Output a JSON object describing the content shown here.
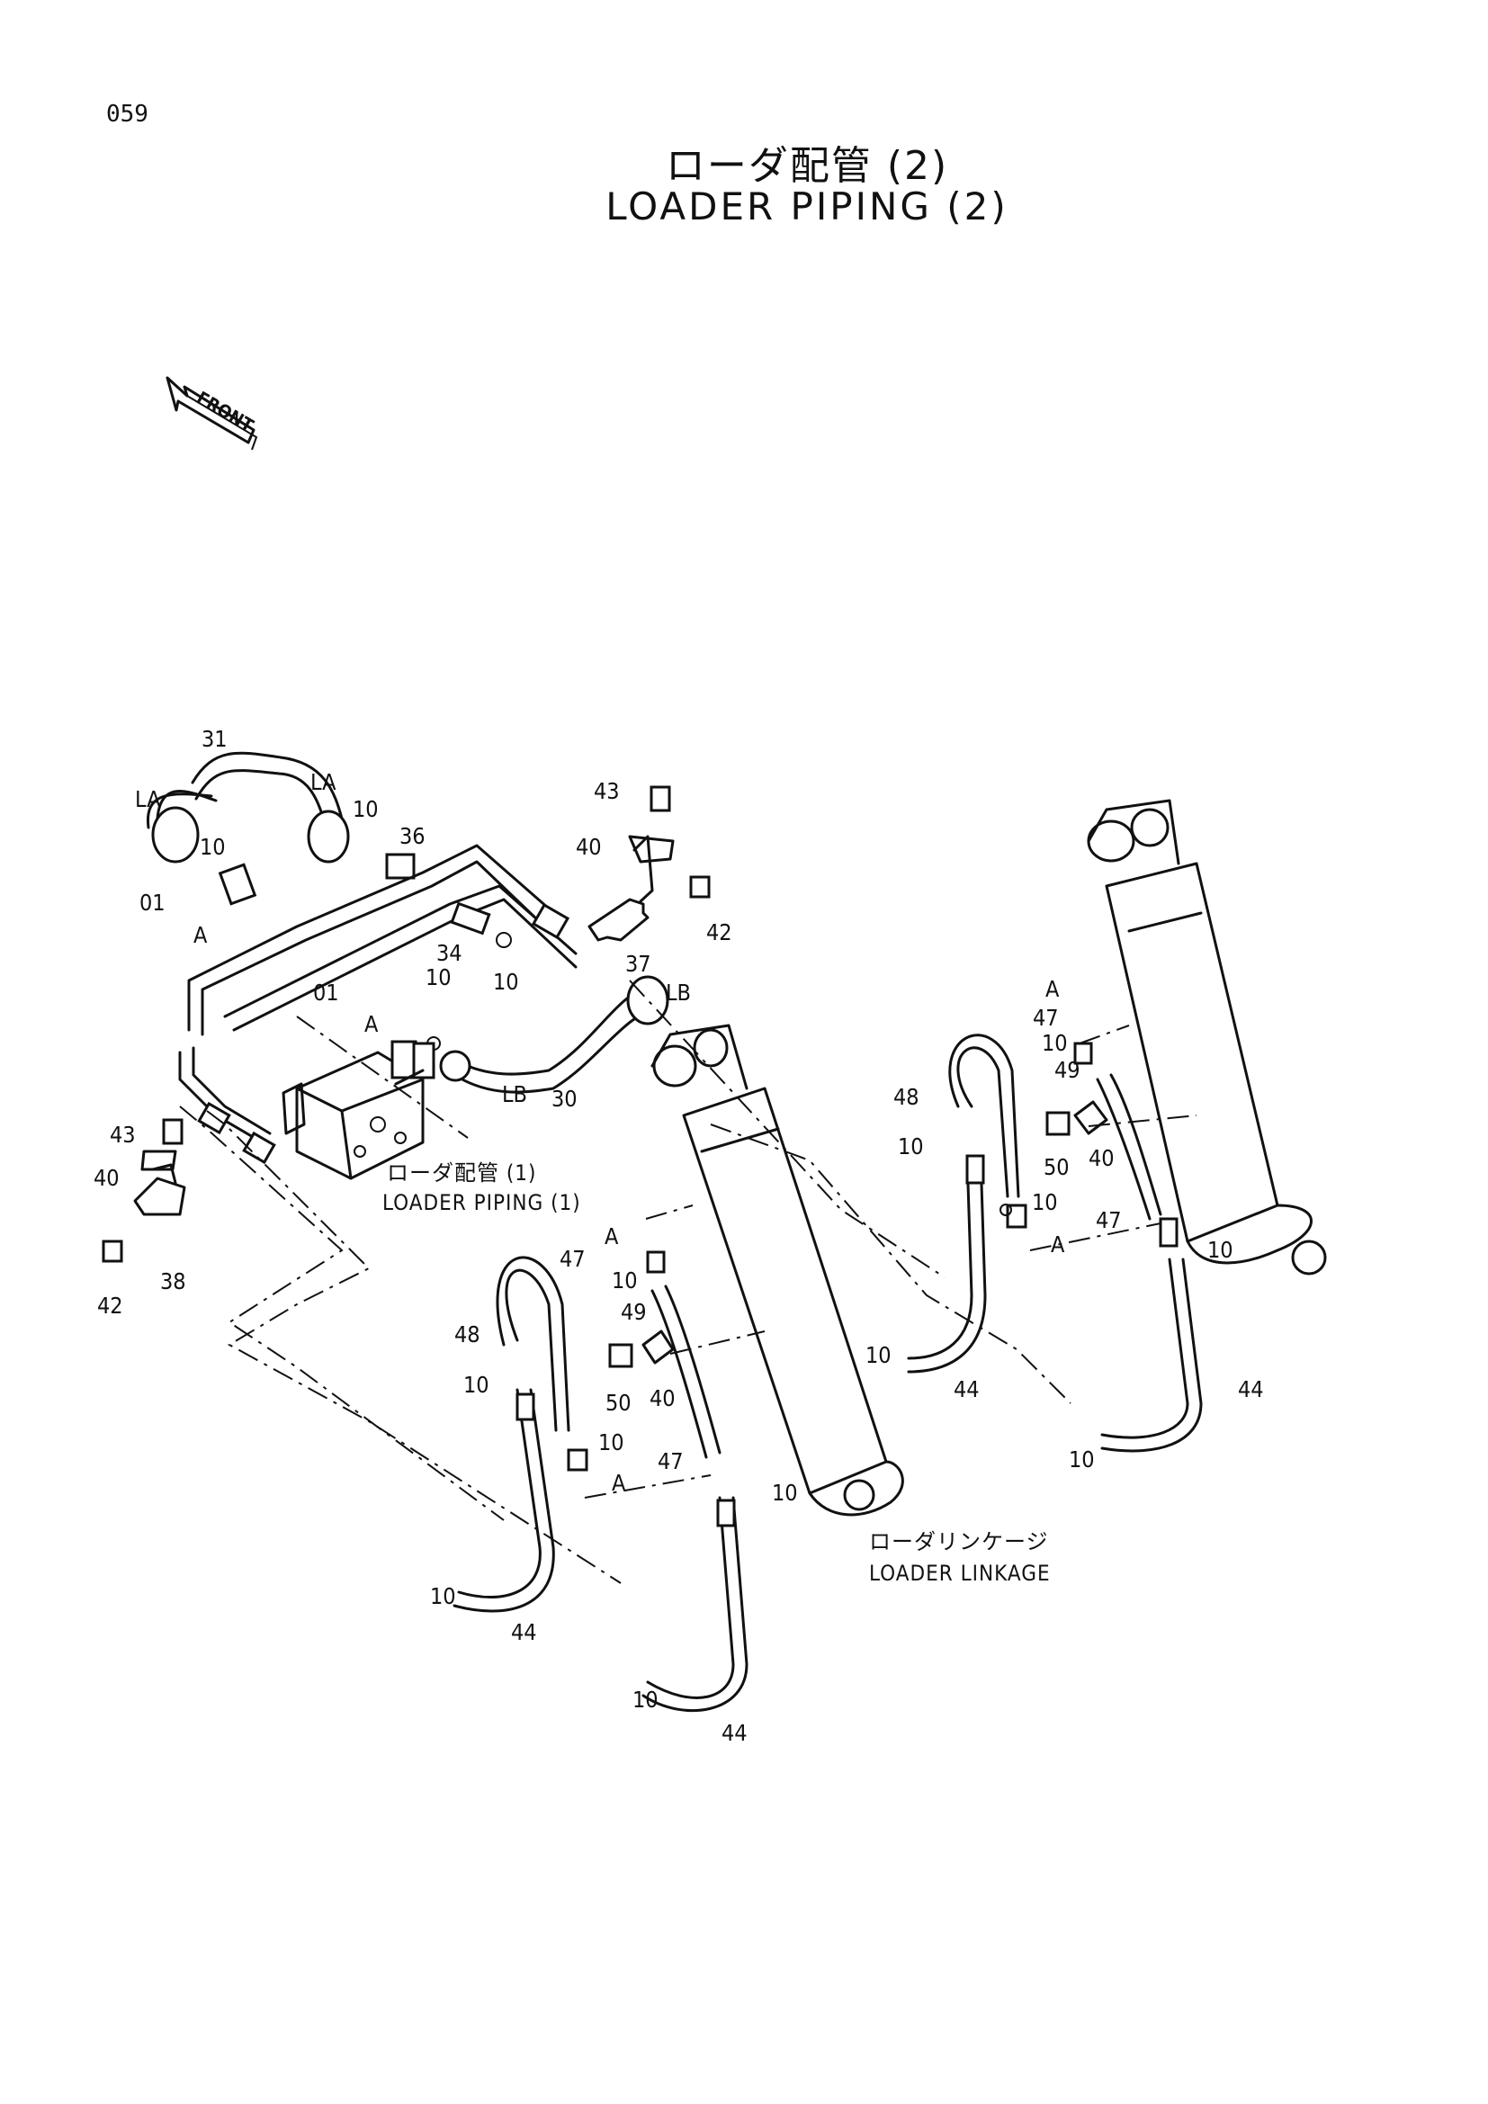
{
  "page_number": "059",
  "title": {
    "jp": "ローダ配管 (2)",
    "en": "LOADER PIPING (2)"
  },
  "front_label": "FRONT",
  "references": {
    "loader_piping_1_jp": "ローダ配管 (1)",
    "loader_piping_1_en": "LOADER PIPING (1)",
    "loader_linkage_jp": "ローダリンケージ",
    "loader_linkage_en": "LOADER LINKAGE"
  },
  "callouts": {
    "c31": "31",
    "la_left": "LA",
    "la_right": "LA",
    "c10_top": "10",
    "c36": "36",
    "c10_a": "10",
    "c01_top": "01",
    "a_top": "A",
    "c34": "34",
    "c10_b": "10",
    "c01_mid": "01",
    "c10_mid": "10",
    "a_mid": "A",
    "lb_right": "LB",
    "lb_left": "LB",
    "c30": "30",
    "c43_top": "43",
    "c40_top": "40",
    "c42_top": "42",
    "c37": "37",
    "c43_left": "43",
    "c40_left": "40",
    "c42_left": "42",
    "c38": "38",
    "a_r1": "A",
    "c47_r1": "47",
    "c10_r1": "10",
    "c49_r": "49",
    "c48_r": "48",
    "c10_r2": "10",
    "c50_r": "50",
    "c40_r": "40",
    "c10_r3": "10",
    "c47_r2": "47",
    "a_r2": "A",
    "c10_r4": "10",
    "c10_r5": "10",
    "c44_r1": "44",
    "c44_r2": "44",
    "c10_r6": "10",
    "a_l1": "A",
    "c47_l1": "47",
    "c10_l1": "10",
    "c49_l": "49",
    "c48_l": "48",
    "c10_l2": "10",
    "c50_l": "50",
    "c40_l": "40",
    "c10_l3": "10",
    "c47_l2": "47",
    "a_l2": "A",
    "c10_l4": "10",
    "c10_l5": "10",
    "c44_l1": "44",
    "c10_l6": "10",
    "c44_l2": "44"
  }
}
